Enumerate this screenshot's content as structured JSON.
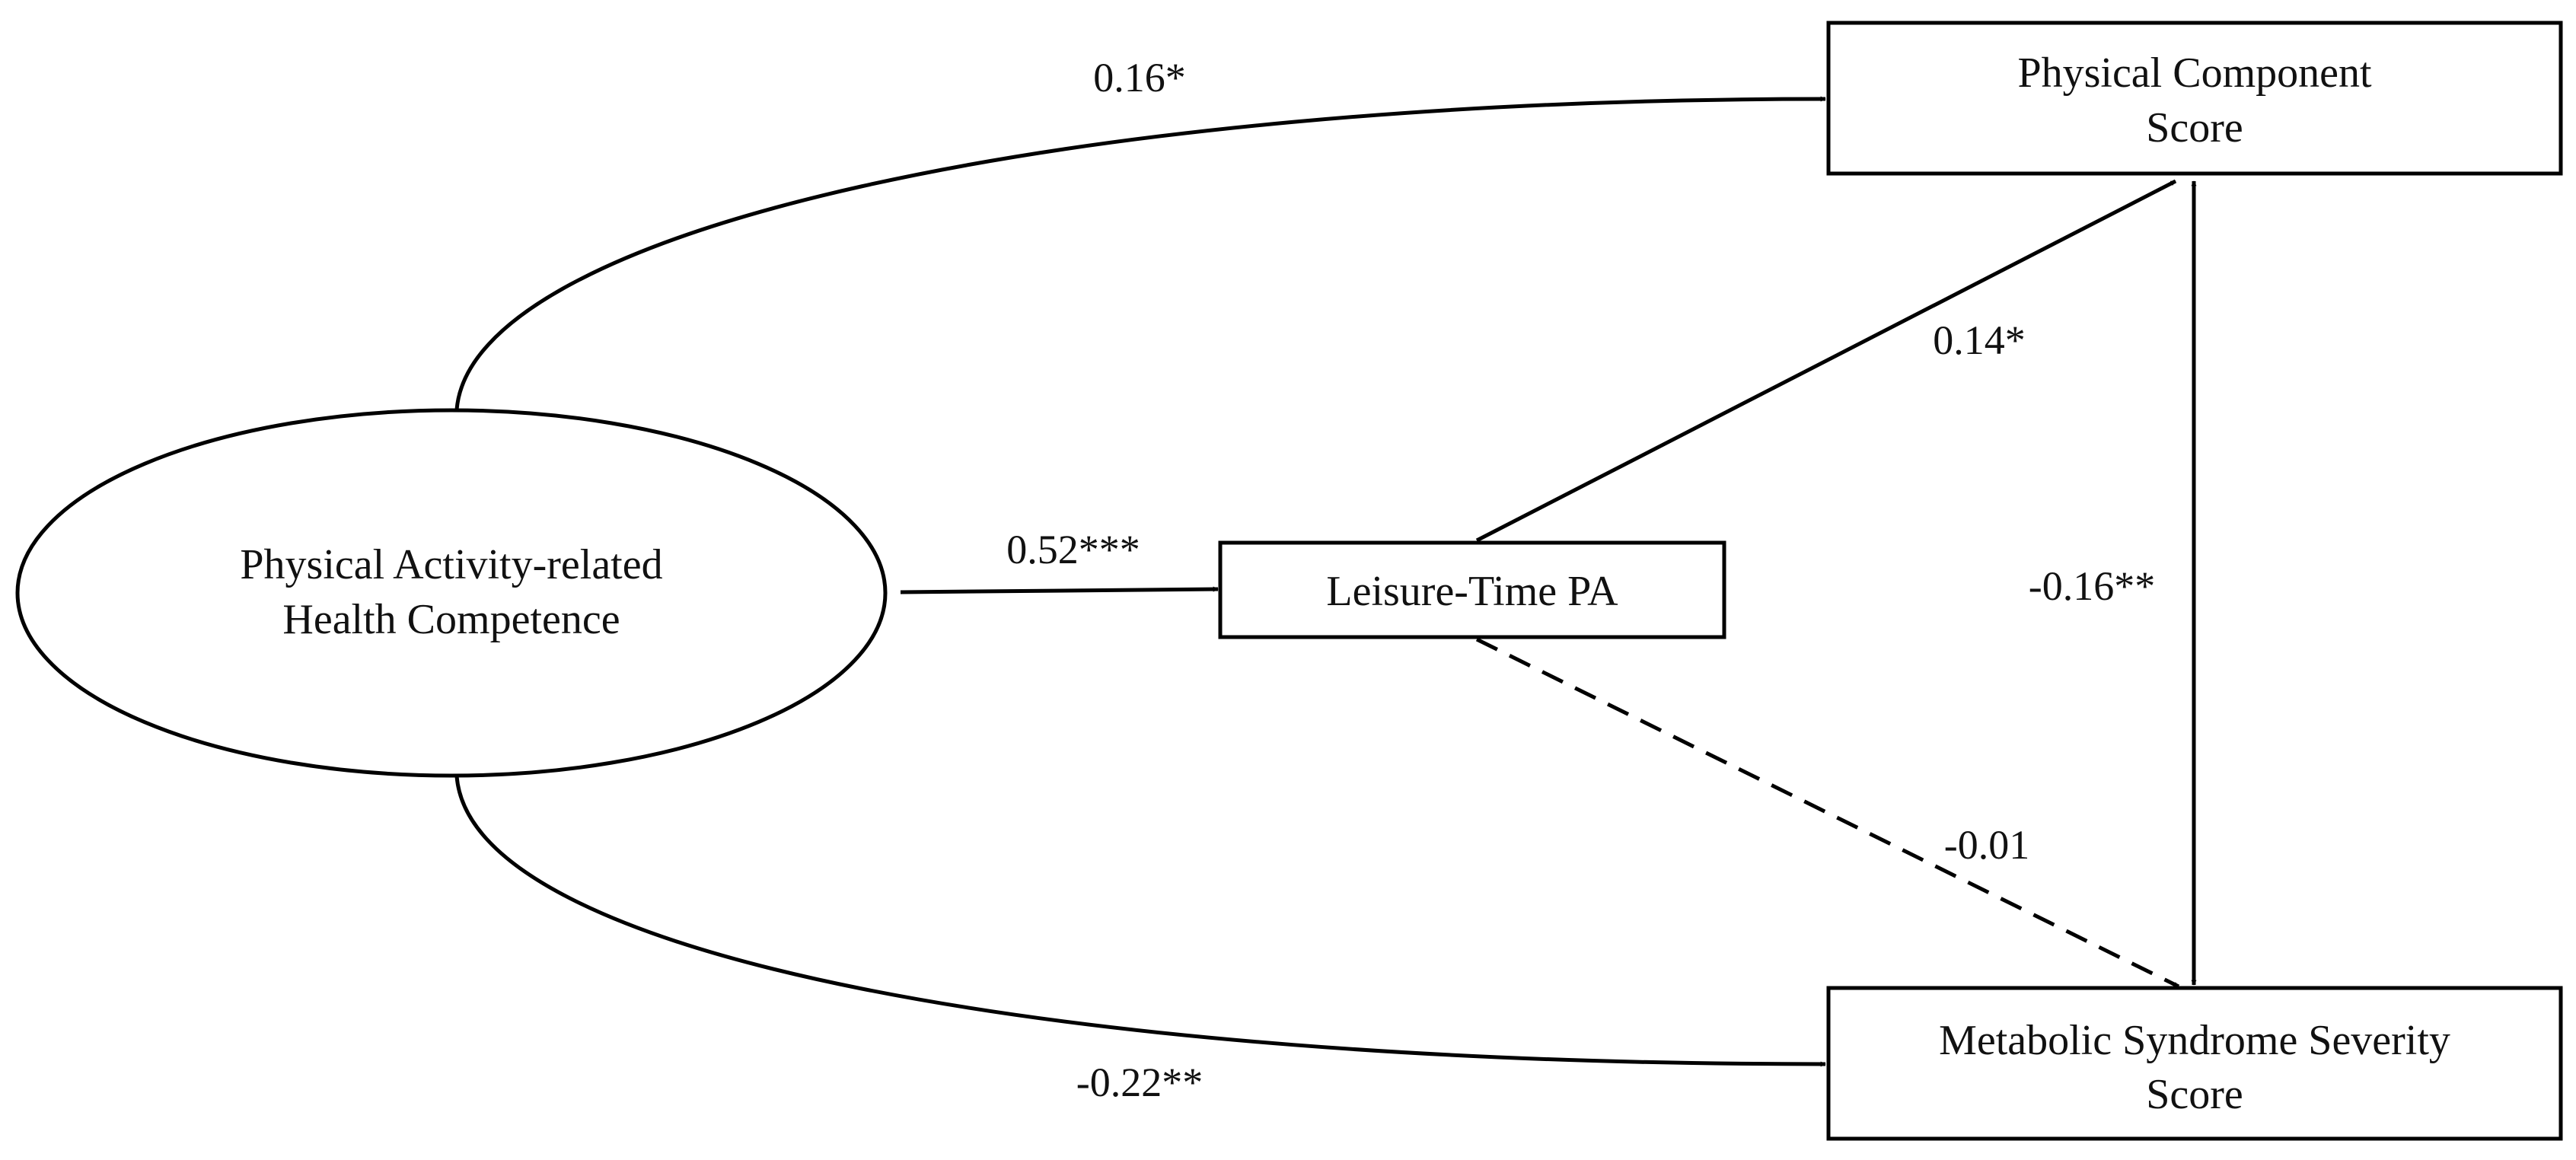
{
  "nodes": {
    "latent": {
      "line1": "Physical Activity-related",
      "line2": "Health Competence"
    },
    "leisure": {
      "label": "Leisure-Time PA"
    },
    "pcs": {
      "line1": "Physical Component",
      "line2": "Score"
    },
    "mets": {
      "line1": "Metabolic Syndrome Severity",
      "line2": "Score"
    }
  },
  "paths": {
    "latent_to_pcs": "0.16*",
    "latent_to_leisure": "0.52***",
    "leisure_to_pcs": "0.14*",
    "pcs_mets_correlation": "-0.16**",
    "leisure_to_mets": "-0.01",
    "latent_to_mets": "-0.22**"
  }
}
